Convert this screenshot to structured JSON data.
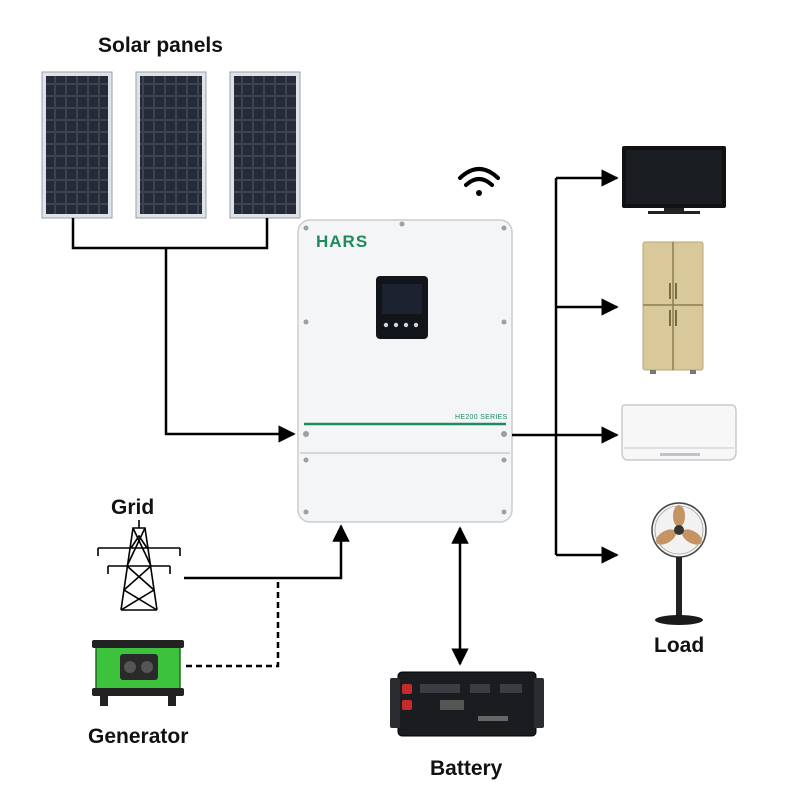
{
  "labels": {
    "solar": "Solar panels",
    "grid": "Grid",
    "generator": "Generator",
    "battery": "Battery",
    "load": "Load"
  },
  "inverter": {
    "brand": "HARS",
    "series": "HE200 SERIES"
  },
  "icons": [
    "solar-panel-icon",
    "wifi-icon",
    "transmission-tower-icon",
    "generator-icon",
    "battery-icon",
    "tv-icon",
    "refrigerator-icon",
    "air-conditioner-icon",
    "fan-icon"
  ],
  "colors": {
    "line": "#000000",
    "accent": "#1f8a5e",
    "generator_green": "#3cc23c"
  }
}
